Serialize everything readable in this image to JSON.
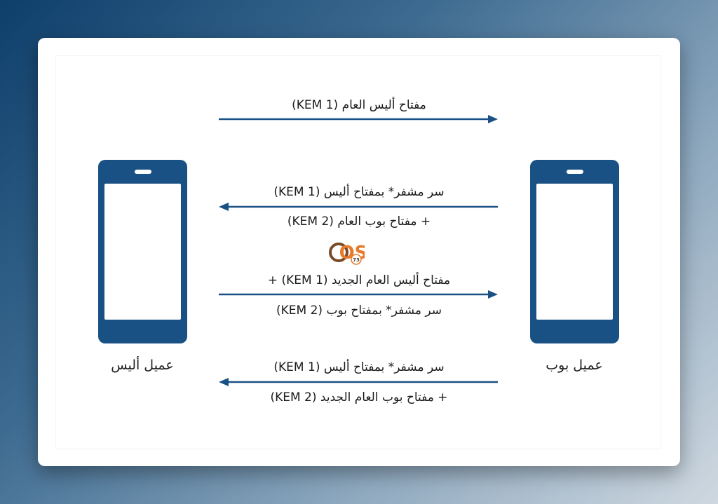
{
  "clients": {
    "alice": "عميل أليس",
    "bob": "عميل بوب"
  },
  "messages": [
    {
      "direction": "right",
      "lines": [
        "مفتاح أليس العام (KEM 1)"
      ]
    },
    {
      "direction": "left",
      "lines": [
        "سر مشفر* بمفتاح أليس (KEM 1)",
        "+ مفتاح بوب العام (KEM 2)"
      ]
    },
    {
      "direction": "right",
      "lines": [
        "مفتاح أليس العام الجديد (KEM 1) +",
        "سر مشفر* بمفتاح بوب (KEM 2)"
      ]
    },
    {
      "direction": "left",
      "lines": [
        "سر مشفر* بمفتاح أليس (KEM 1)",
        "+ مفتاح بوب العام الجديد (KEM 2)"
      ]
    }
  ],
  "logo": {
    "text": "OS",
    "number": "73"
  },
  "colors": {
    "phone": "#1a5185",
    "arrow": "#1a5185",
    "logo_o": "#7a4a25",
    "logo_s": "#e87a2a"
  }
}
